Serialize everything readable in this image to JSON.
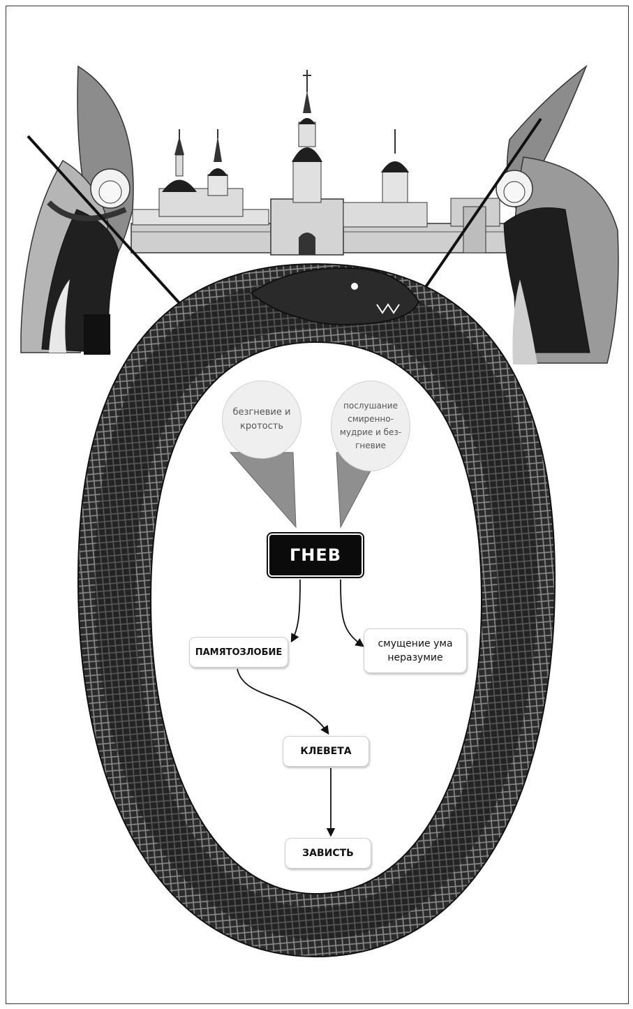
{
  "virtues": {
    "left": "безгневие и кротость",
    "right": "послушание смиренно-мудрие и без-гневие"
  },
  "main_passion": "ГНЕВ",
  "offshoots": {
    "remembrance_of_wrongs": "ПАМЯТОЗЛОБИЕ",
    "confusion": "смущение ума неразумие",
    "slander": "КЛЕВЕТА",
    "envy": "ЗАВИСТЬ"
  },
  "colors": {
    "serpent": "#2b2b2b",
    "scales": "#8a8a8a",
    "wing": "#8c8c8c",
    "robe": "#1e1e1e",
    "monastery": "#c9c9c9"
  }
}
